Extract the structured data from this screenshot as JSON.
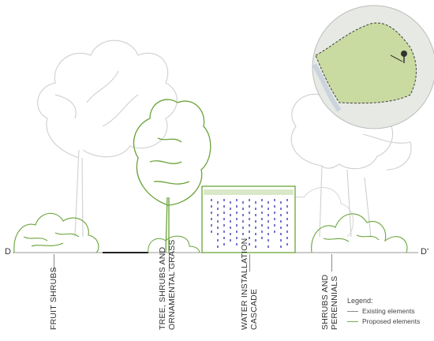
{
  "section": {
    "left_marker": "D",
    "right_marker": "D'"
  },
  "labels": [
    {
      "text": "FRUIT SHRUBS"
    },
    {
      "text": "TREE, SHRUBS AND\nORNAMENTAL GRASS"
    },
    {
      "text": "WATER INSTALLATION\nCASCADE"
    },
    {
      "text": "SHRUBS AND\nPERENNIALS"
    }
  ],
  "legend": {
    "title": "Legend:",
    "items": [
      {
        "label": "Existing elements",
        "color": "#8c8c8c"
      },
      {
        "label": "Proposed elements",
        "color": "#7ab04a"
      }
    ]
  },
  "colors": {
    "proposed": "#6aa33a",
    "existing": "#c8c8c8",
    "water": "#3b3bb8",
    "map_fill": "#c9dba0"
  }
}
